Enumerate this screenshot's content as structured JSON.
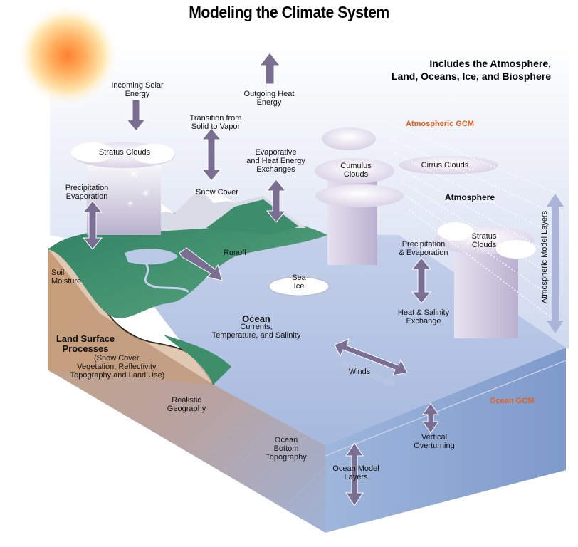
{
  "title": "Modeling the Climate System",
  "subtitle": "Includes the Atmosphere,\nLand, Oceans, Ice, and Biosphere",
  "labels": {
    "atmospheric_gcm": "Atmospheric GCM",
    "ocean_gcm": "Ocean GCM",
    "incoming_solar": "Incoming Solar\nEnergy",
    "outgoing_heat": "Outgoing Heat\nEnergy",
    "transition": "Transition from\nSolid to Vapor",
    "evaporative": "Evaporative\nand Heat Energy\nExchanges",
    "stratus_left": "Stratus Clouds",
    "precip_evap_left": "Precipitation\nEvaporation",
    "snow_cover": "Snow Cover",
    "cumulus": "Cumulus\nClouds",
    "cirrus": "Cirrus Clouds",
    "atmosphere": "Atmosphere",
    "stratus_right": "Stratus\nClouds",
    "atm_layers": "Atmospheric Model Layers",
    "runoff": "Runoff",
    "soil_moisture": "Soil\nMoisture",
    "sea_ice": "Sea\nIce",
    "precip_evap_right": "Precipitation\n& Evaporation",
    "heat_salinity": "Heat & Salinity\nExchange",
    "ocean": "Ocean",
    "ocean_sub": "Currents,\nTemperature, and Salinity",
    "land_surface": "Land Surface\nProcesses",
    "land_surface_sub": "(Snow Cover,\nVegetation, Reflectivity,\nTopography and Land Use)",
    "winds": "Winds",
    "realistic_geo": "Realistic\nGeography",
    "ocean_bottom": "Ocean\nBottom\nTopography",
    "vertical_overturning": "Vertical\nOverturning",
    "ocean_layers": "Ocean Model\nLayers"
  },
  "colors": {
    "sun": "#ff8c2a",
    "sky": "#dde3f2",
    "ocean_surface": "#b9c8e4",
    "ocean_side": "#8fa9d3",
    "land_green": "#3a8f6e",
    "land_soil": "#c69a72",
    "arrow": "#7a6e93",
    "accent": "#e0601c"
  }
}
